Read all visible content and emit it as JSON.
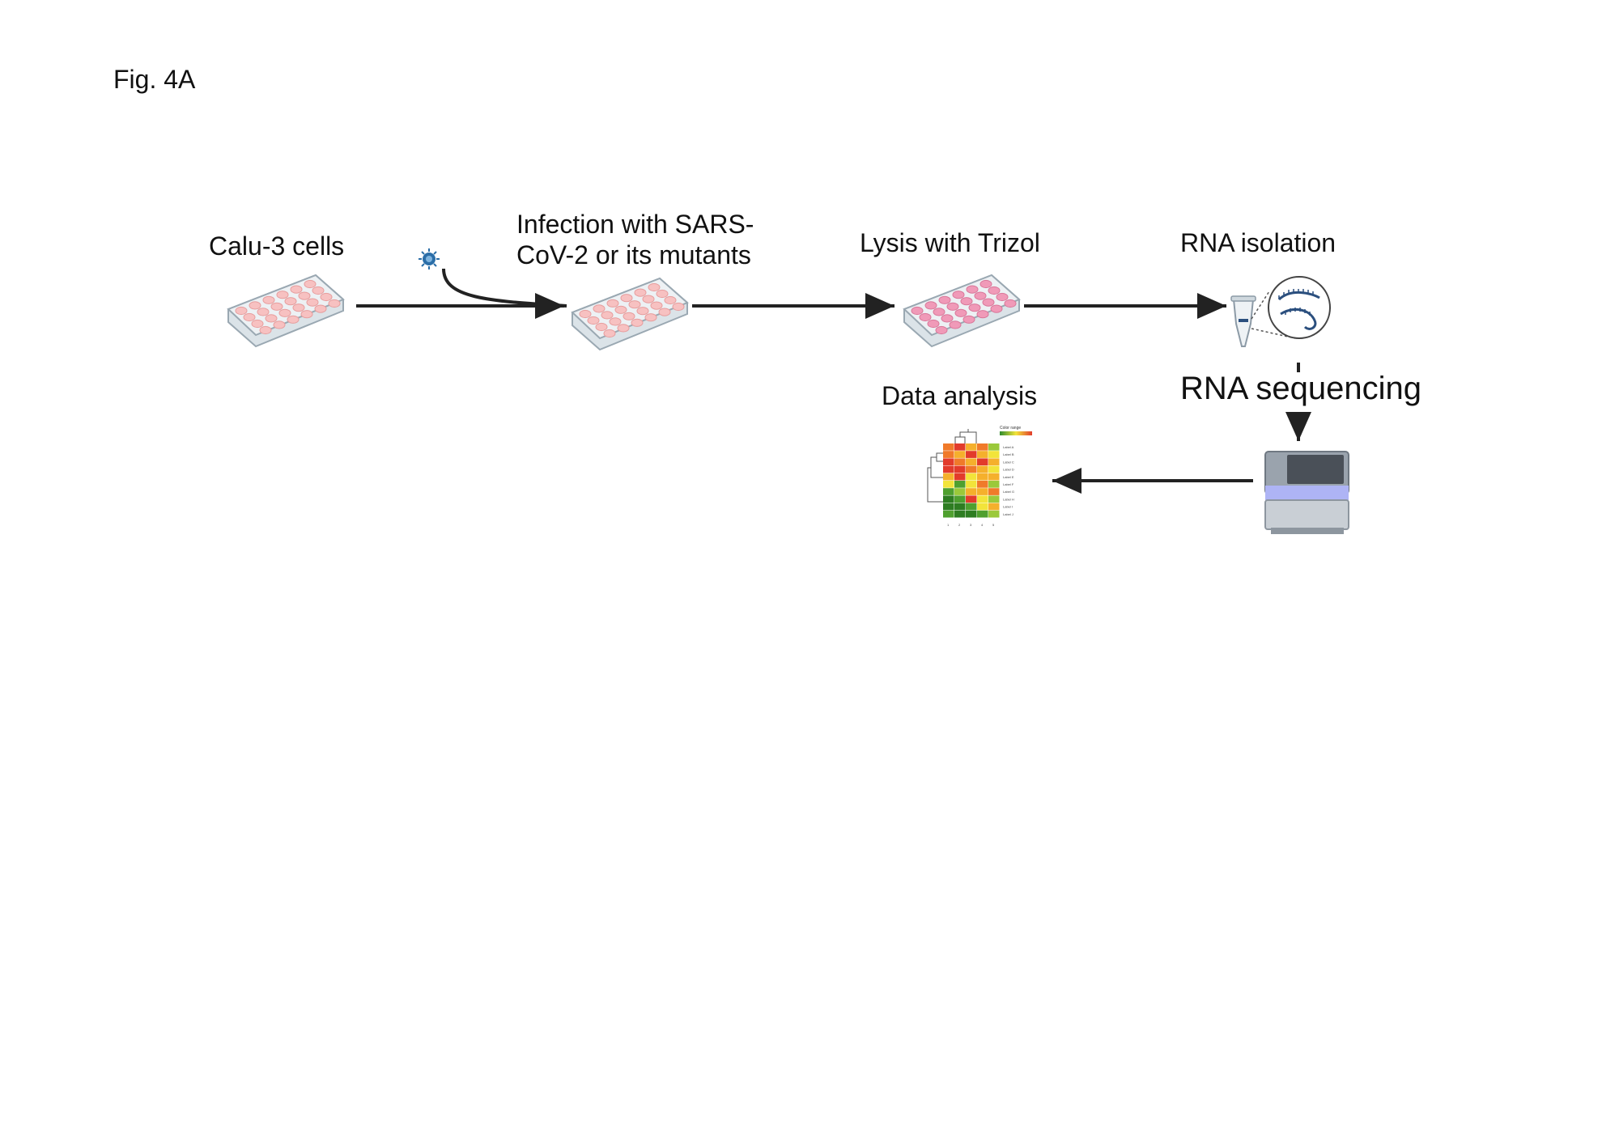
{
  "figure_label": "Fig. 4A",
  "steps": {
    "calu": "Calu-3 cells",
    "infection_line1": "Infection with SARS-",
    "infection_line2": "CoV-2 or  its mutants",
    "lysis": "Lysis with Trizol",
    "rna_isolation": "RNA isolation",
    "rna_sequencing": "RNA sequencing",
    "data_analysis": "Data analysis"
  },
  "colors": {
    "plate_well_light": "#f7c1c1",
    "plate_well_pink": "#f09ab8",
    "virus": "#2b6ea8",
    "arrow": "#222222",
    "sequencer_glow": "#aeb4f5"
  },
  "heatmap": {
    "legend_title": "Color range",
    "row_labels": [
      "Label A",
      "Label B",
      "Label C",
      "Label D",
      "Label E",
      "Label F",
      "Label G",
      "Label H",
      "Label I",
      "Label J"
    ],
    "col_labels": [
      "1",
      "2",
      "3",
      "4",
      "5"
    ]
  }
}
